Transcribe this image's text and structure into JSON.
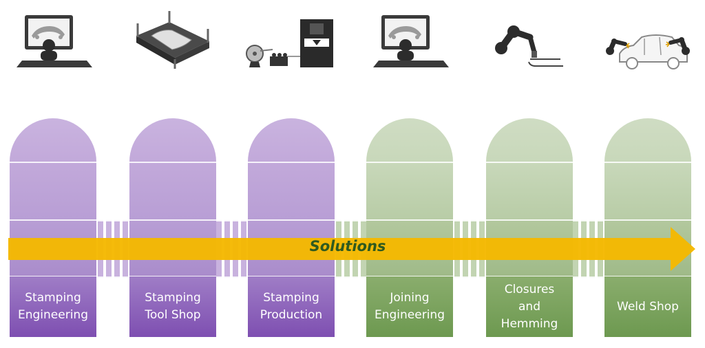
{
  "arrow": {
    "label": "Solutions",
    "color": "#f5b800",
    "text_color": "#2f5a1f"
  },
  "stages": [
    {
      "label_lines": [
        "Stamping",
        "Engineering"
      ],
      "group": "stamping",
      "icon": "engineer-workstation-icon"
    },
    {
      "label_lines": [
        "Stamping",
        "Tool Shop"
      ],
      "group": "stamping",
      "icon": "stamping-die-icon"
    },
    {
      "label_lines": [
        "Stamping",
        "Production"
      ],
      "group": "stamping",
      "icon": "press-line-icon"
    },
    {
      "label_lines": [
        "Joining",
        "Engineering"
      ],
      "group": "joining",
      "icon": "engineer-workstation-icon"
    },
    {
      "label_lines": [
        "Closures",
        "and",
        "Hemming"
      ],
      "group": "joining",
      "icon": "hemming-robot-icon"
    },
    {
      "label_lines": [
        "Weld Shop"
      ],
      "group": "joining",
      "icon": "welding-robots-car-icon"
    }
  ],
  "colors": {
    "stamping": "#7e4fb1",
    "joining": "#6d9950",
    "icons": "#333333"
  }
}
